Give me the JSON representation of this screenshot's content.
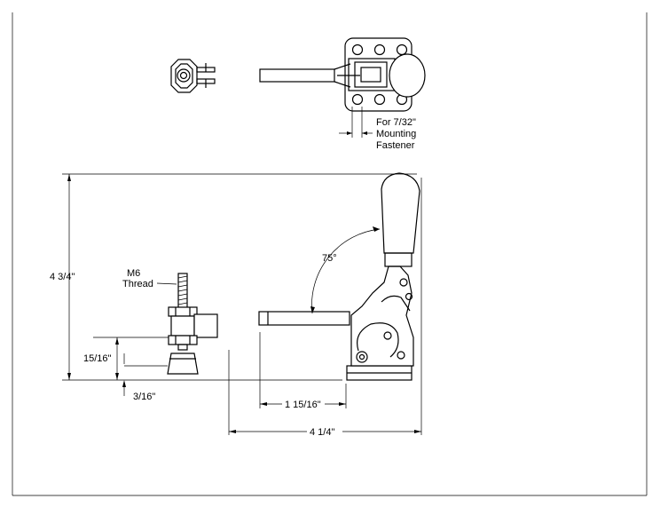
{
  "drawing": {
    "annotations": {
      "mounting_line1": "For 7/32\"",
      "mounting_line2": "Mounting",
      "mounting_line3": "Fastener",
      "thread_line1": "M6",
      "thread_line2": "Thread",
      "angle": "75°"
    },
    "dimensions": {
      "overall_height": "4 3/4\"",
      "spindle_height": "15/16\"",
      "base_thickness": "3/16\"",
      "bar_length": "1 15/16\"",
      "overall_length": "4 1/4\""
    }
  }
}
